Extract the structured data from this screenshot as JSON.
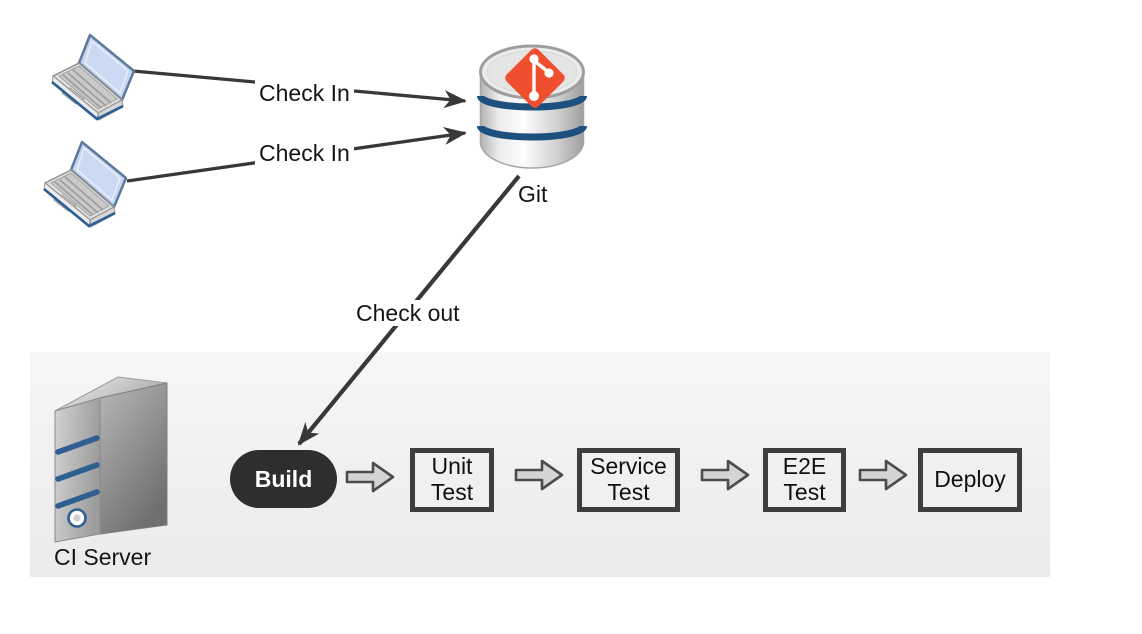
{
  "diagram": {
    "labels": {
      "check_in_1": "Check In",
      "check_in_2": "Check In",
      "git": "Git",
      "check_out": "Check out",
      "ci_server": "CI Server"
    },
    "pipeline": {
      "build": "Build",
      "stages": [
        {
          "label": "Unit Test"
        },
        {
          "label": "Service Test"
        },
        {
          "label": "E2E Test"
        },
        {
          "label": "Deploy"
        }
      ]
    },
    "icons": {
      "laptop_1": "laptop-icon",
      "laptop_2": "laptop-icon",
      "git_database": "git-database-icon",
      "git_logo": "git-logo-icon",
      "ci_server": "server-tower-icon",
      "flow_arrow": "block-arrow-icon"
    },
    "colors": {
      "git_logo_orange": "#f04f2f",
      "db_stripe_navy": "#1d507e",
      "panel_gray": "#f1f1f1",
      "build_node_dark": "#2e2e2e",
      "box_border": "#3e3e3e",
      "box_fill": "#f0f0f0",
      "arrow_dark": "#383838",
      "block_arrow_fill": "#d4d4d4",
      "laptop_screen_blue": "#c6d6f0"
    }
  }
}
